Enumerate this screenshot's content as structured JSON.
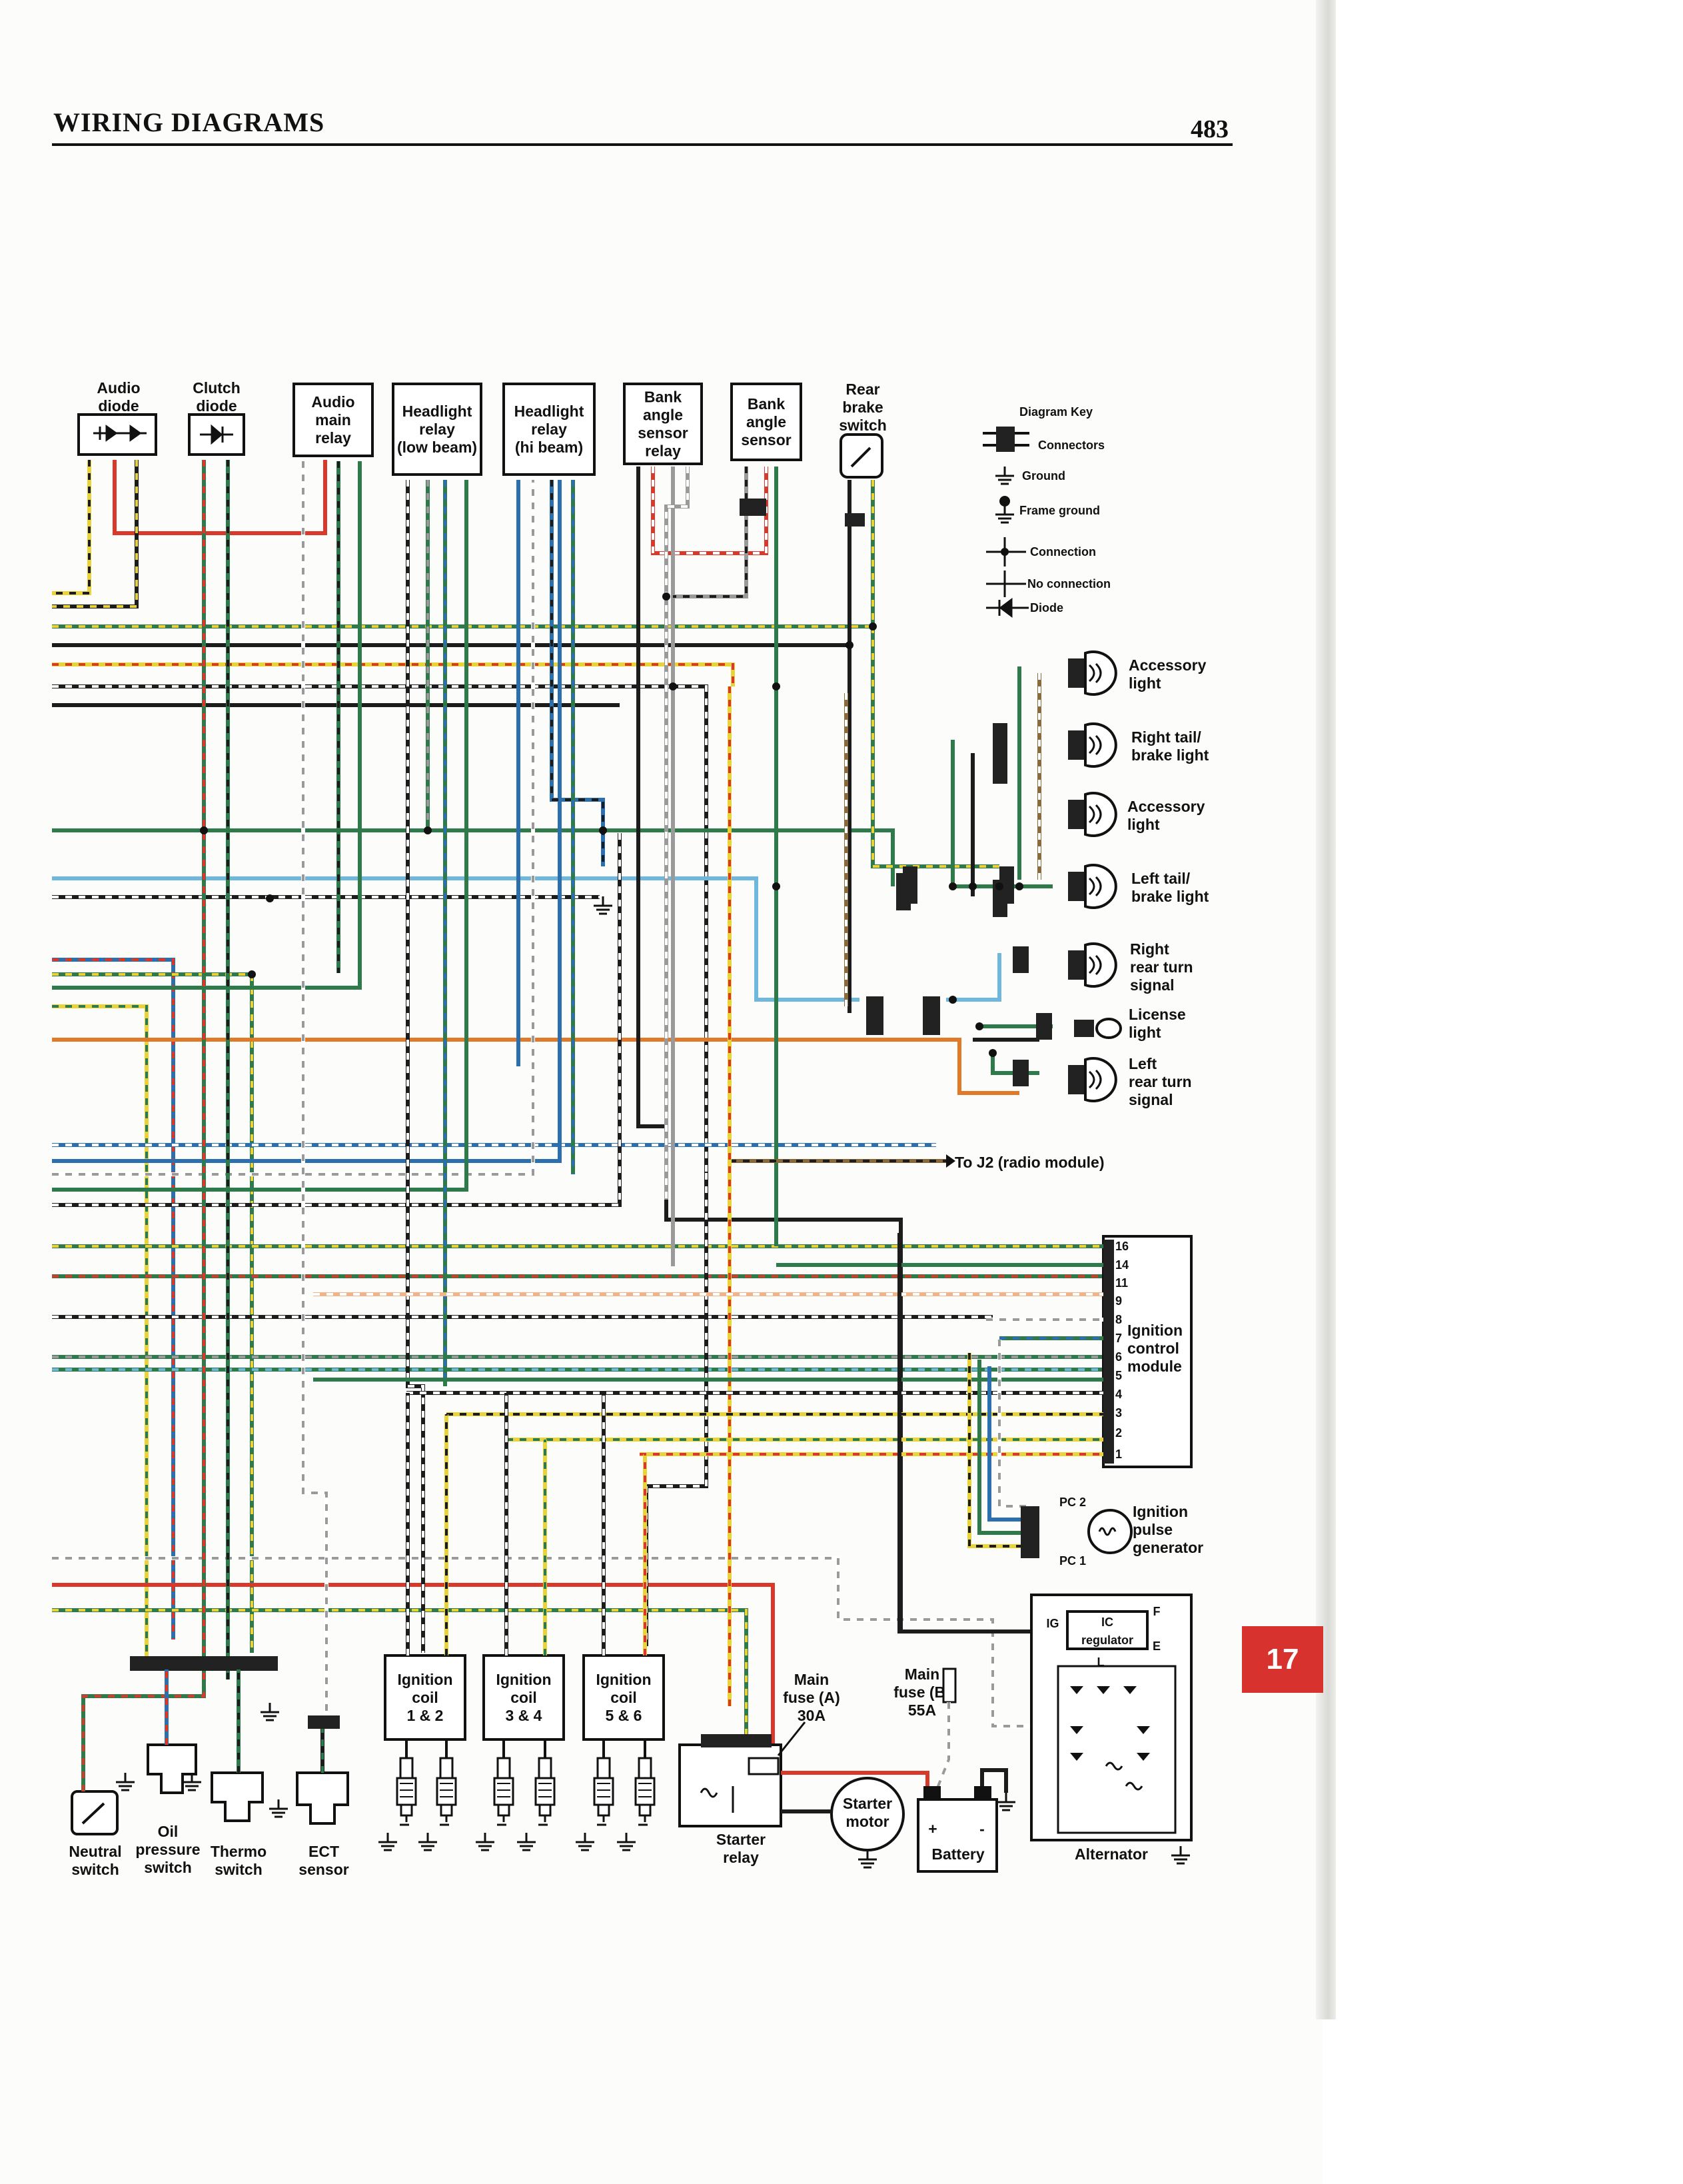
{
  "header": {
    "title": "WIRING DIAGRAMS",
    "page_number": "483"
  },
  "chapter_tab": "17",
  "components_top": {
    "audio_diode": [
      "Audio",
      "diode"
    ],
    "clutch_diode": [
      "Clutch",
      "diode"
    ],
    "audio_main_relay": [
      "Audio",
      "main",
      "relay"
    ],
    "headlight_relay_low": [
      "Headlight",
      "relay",
      "(low beam)"
    ],
    "headlight_relay_hi": [
      "Headlight",
      "relay",
      "(hi beam)"
    ],
    "bank_angle_sensor_relay": [
      "Bank",
      "angle",
      "sensor",
      "relay"
    ],
    "bank_angle_sensor": [
      "Bank",
      "angle",
      "sensor"
    ],
    "rear_brake_switch": [
      "Rear",
      "brake",
      "switch"
    ]
  },
  "diagram_key": {
    "title": "Diagram Key",
    "connectors": "Connectors",
    "ground": "Ground",
    "frame_ground": "Frame ground",
    "connection": "Connection",
    "no_connection": "No connection",
    "diode": "Diode"
  },
  "lights": {
    "accessory_1": [
      "Accessory",
      "light"
    ],
    "right_tail": [
      "Right tail/",
      "brake light"
    ],
    "accessory_2": [
      "Accessory",
      "light"
    ],
    "left_tail": [
      "Left tail/",
      "brake light"
    ],
    "right_turn": [
      "Right",
      "rear turn",
      "signal"
    ],
    "license": [
      "License",
      "light"
    ],
    "left_turn": [
      "Left",
      "rear turn",
      "signal"
    ]
  },
  "to_j2": "To J2 (radio module)",
  "icm": {
    "label": [
      "Ignition",
      "control",
      "module"
    ],
    "pins": [
      "16",
      "14",
      "11",
      "9",
      "8",
      "7",
      "6",
      "5",
      "4",
      "3",
      "2",
      "1"
    ]
  },
  "pulse_generator": {
    "label": [
      "Ignition",
      "pulse",
      "generator"
    ],
    "pc2": "PC 2",
    "pc1": "PC 1"
  },
  "alternator": {
    "label": "Alternator",
    "ic_regulator": [
      "IC",
      "regulator"
    ],
    "ig": "IG",
    "f": "F",
    "e": "E",
    "l": "L"
  },
  "bottom": {
    "neutral_switch": [
      "Neutral",
      "switch"
    ],
    "oil_pressure_switch": [
      "Oil",
      "pressure",
      "switch"
    ],
    "thermo_switch": [
      "Thermo",
      "switch"
    ],
    "ect_sensor": [
      "ECT",
      "sensor"
    ],
    "coil_12": [
      "Ignition",
      "coil",
      "1 & 2"
    ],
    "coil_34": [
      "Ignition",
      "coil",
      "3 & 4"
    ],
    "coil_56": [
      "Ignition",
      "coil",
      "5 & 6"
    ],
    "main_fuse_a": [
      "Main",
      "fuse (A)",
      "30A"
    ],
    "main_fuse_b": [
      "Main",
      "fuse (B)",
      "55A"
    ],
    "starter_relay": [
      "Starter",
      "relay"
    ],
    "starter_motor": [
      "Starter",
      "motor"
    ],
    "battery": "Battery",
    "plus": "+",
    "minus": "-"
  },
  "wire_colors": {
    "red": "#d8392b",
    "black": "#1c1c1c",
    "green": "#2f7a4a",
    "blue": "#2c6fae",
    "lightblue": "#6fb7dc",
    "orange": "#e07a2a",
    "yellow": "#e8d43a",
    "brown": "#8a6a3a",
    "white": "#ffffff",
    "gray": "#9a9a9a",
    "pink": "#f1b48a",
    "purple": "#7a4a8a"
  }
}
